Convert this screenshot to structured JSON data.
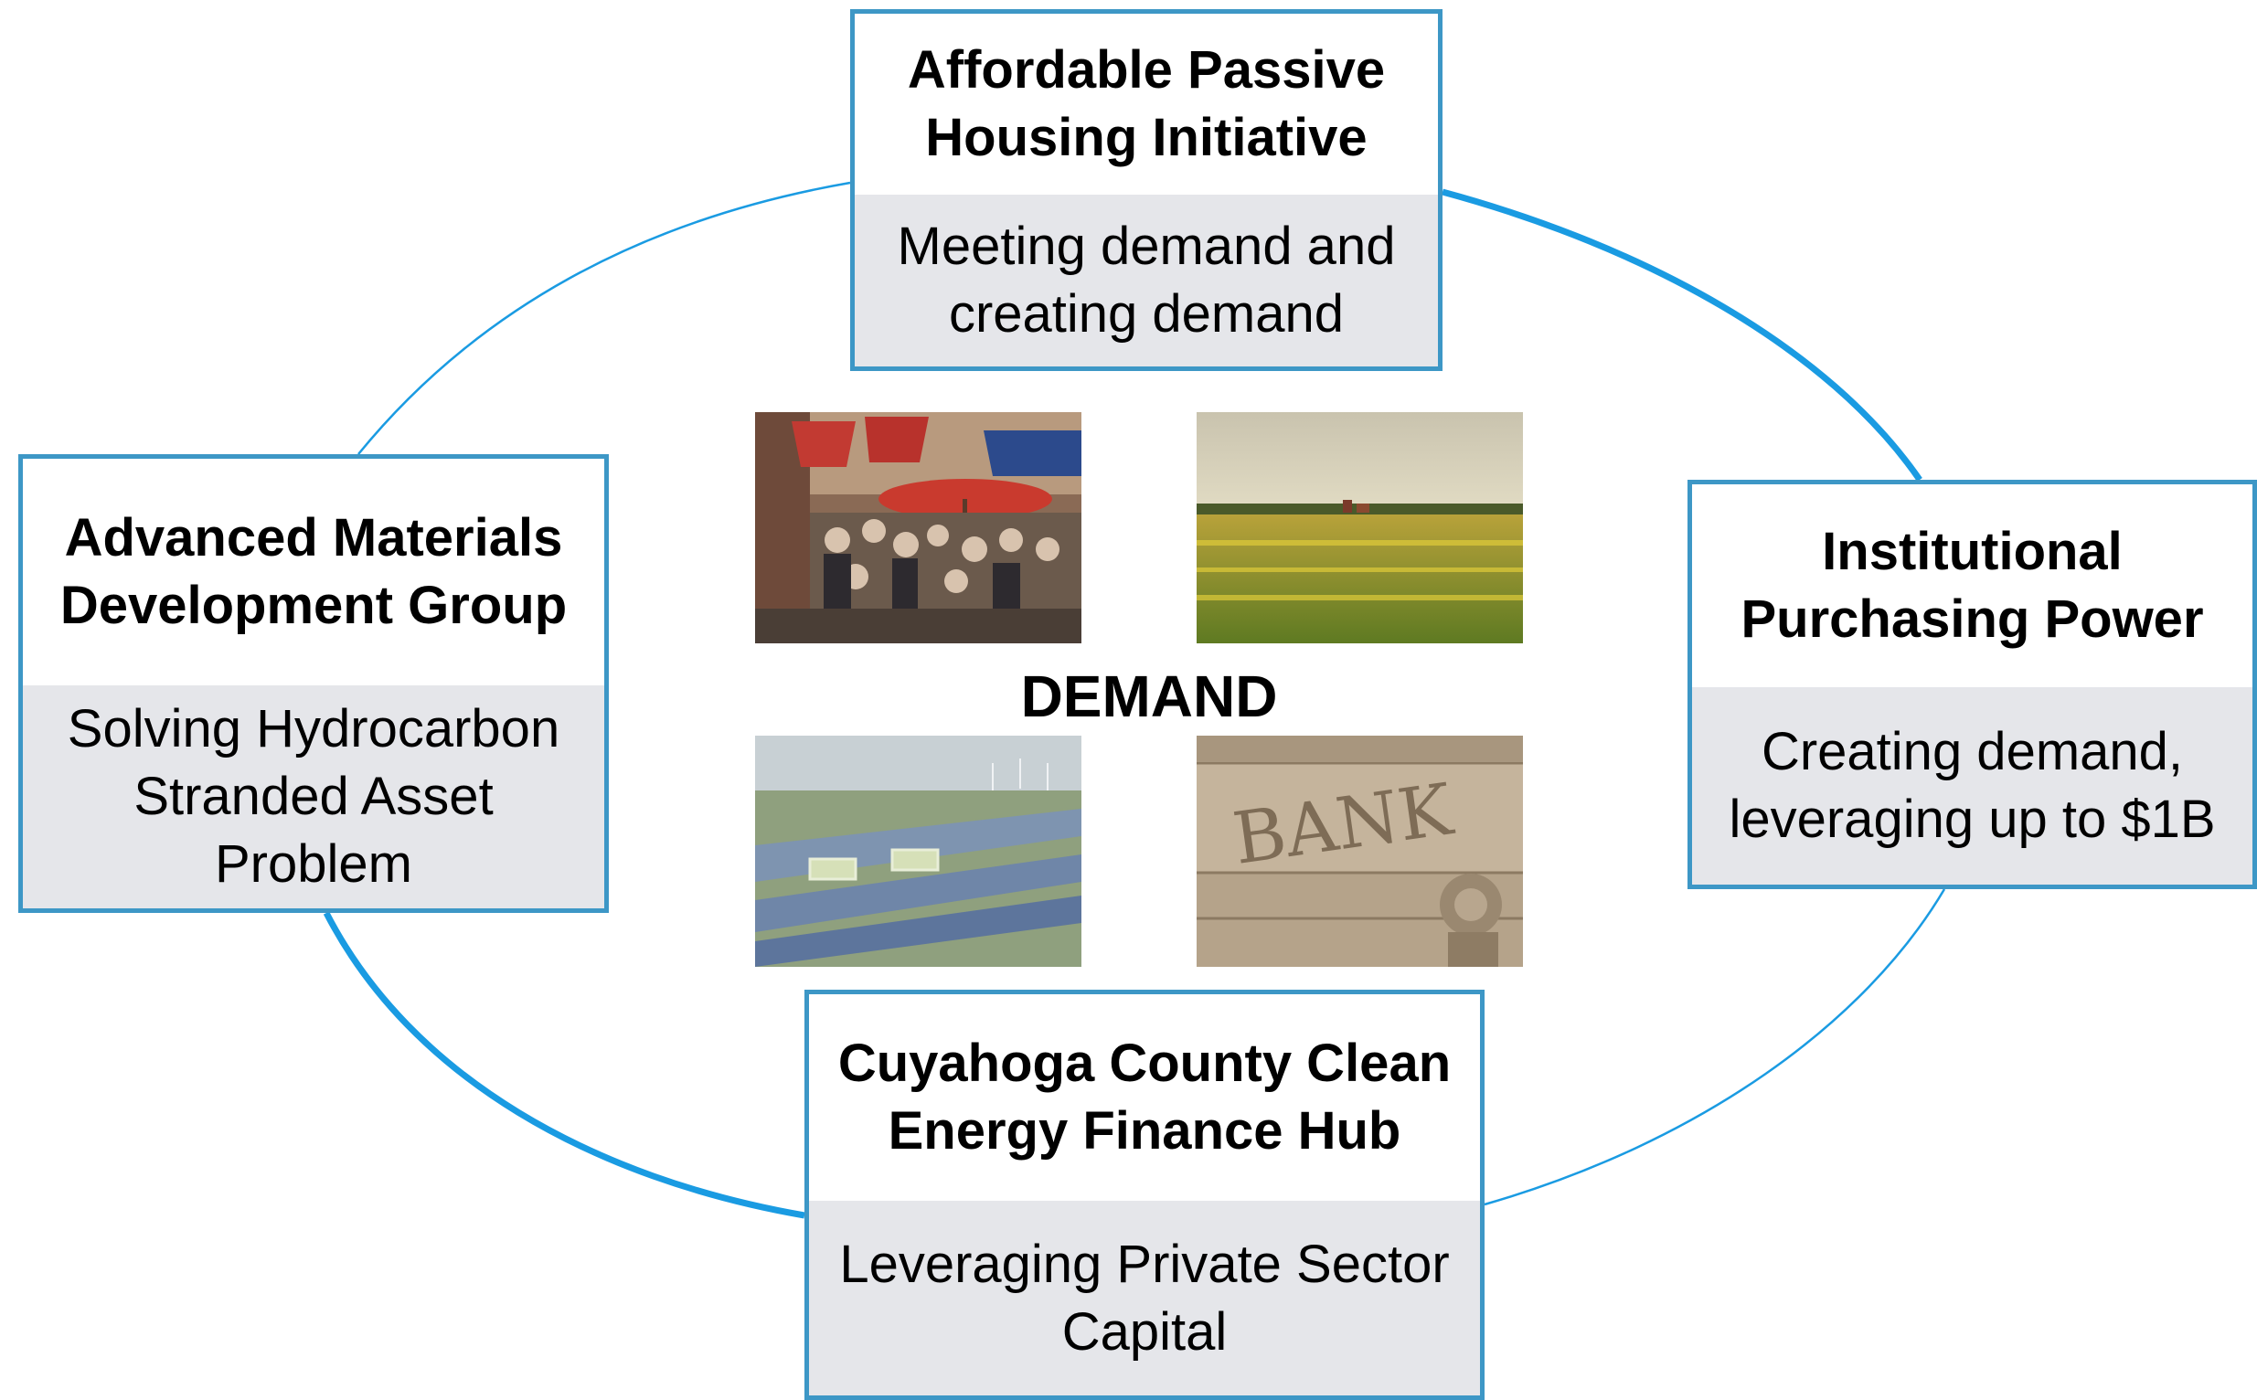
{
  "center": {
    "label": "DEMAND"
  },
  "colors": {
    "ring": "#1a9be2",
    "border": "#3d97c6",
    "body_fill": "#e5e6ea"
  },
  "cards": {
    "top": {
      "title": "Affordable Passive\nHousing Initiative",
      "body": "Meeting demand and\ncreating demand"
    },
    "left": {
      "title": "Advanced Materials\nDevelopment Group",
      "body": "Solving Hydrocarbon\nStranded Asset\nProblem"
    },
    "right": {
      "title": "Institutional\nPurchasing Power",
      "body": "Creating demand,\nleveraging up to $1B"
    },
    "bottom": {
      "title": "Cuyahoga County Clean\nEnergy Finance Hub",
      "body": "Leveraging Private Sector\nCapital"
    }
  },
  "photos": {
    "top_left": {
      "icon": "cafe-photo"
    },
    "top_right": {
      "icon": "field-photo"
    },
    "bottom_left": {
      "icon": "solar-campus-photo"
    },
    "bottom_right": {
      "icon": "bank-photo",
      "sign": "BANK"
    }
  }
}
